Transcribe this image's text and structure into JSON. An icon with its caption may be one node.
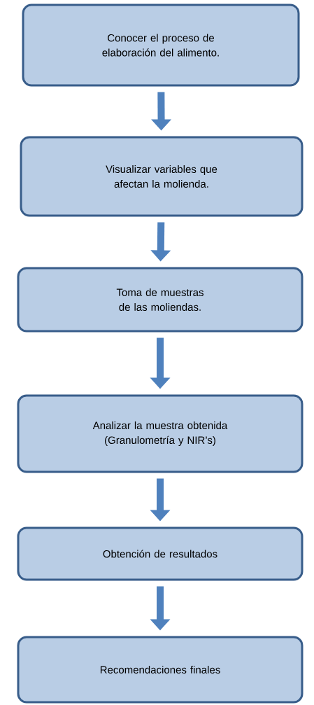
{
  "diagram": {
    "nodes": [
      {
        "text": [
          "Conocer el proceso de elaboración del alimento."
        ]
      },
      {
        "text": [
          "Visualizar variables que afectan la molienda."
        ]
      },
      {
        "text": [
          "Toma de  muestras de las moliendas."
        ]
      },
      {
        "text": [
          "Analizar la muestra obtenida (Granulometría y NIR’s)"
        ]
      },
      {
        "text": [
          "Obtención de resultados"
        ]
      },
      {
        "text": [
          "Recomendaciones finales"
        ]
      }
    ],
    "edges": [
      {
        "from": 0,
        "to": 1,
        "arrow": "to"
      },
      {
        "from": 1,
        "to": 2,
        "arrow": "to"
      },
      {
        "from": 2,
        "to": 3,
        "arrow": "to"
      },
      {
        "from": 3,
        "to": 4,
        "arrow": "to"
      },
      {
        "from": 4,
        "to": 5,
        "arrow": "to"
      }
    ]
  }
}
